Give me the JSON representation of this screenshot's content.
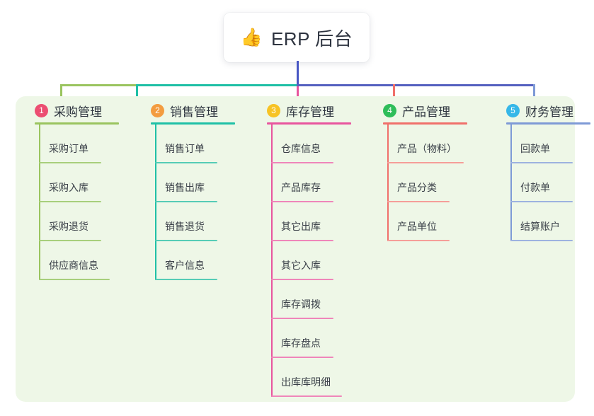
{
  "root": {
    "icon": "thumbs-up-icon",
    "emoji": "👍",
    "title": "ERP 后台"
  },
  "palette": {
    "panel_bg": "#eef7e7",
    "page_bg": "#ffffff",
    "stem_blue": "#4857c4",
    "green": "#9ac45f",
    "teal": "#1abc9c",
    "pink": "#e8559e",
    "salmon": "#f0706b",
    "blue": "#7e9ad6",
    "badge1": "#ec4e72",
    "badge2": "#f39c40",
    "badge3": "#f7c325",
    "badge4": "#2ebd59",
    "badge5": "#36b7e8"
  },
  "columns": [
    {
      "index": "1",
      "badge_color": "#ec4e72",
      "line_color": "#9ac45f",
      "title": "采购管理",
      "items": [
        "采购订单",
        "采购入库",
        "采购退货",
        "供应商信息"
      ]
    },
    {
      "index": "2",
      "badge_color": "#f39c40",
      "line_color": "#1fc0a6",
      "title": "销售管理",
      "items": [
        "销售订单",
        "销售出库",
        "销售退货",
        "客户信息"
      ]
    },
    {
      "index": "3",
      "badge_color": "#f7c325",
      "line_color": "#e8559e",
      "title": "库存管理",
      "items": [
        "仓库信息",
        "产品库存",
        "其它出库",
        "其它入库",
        "库存调拨",
        "库存盘点",
        "出库库明细"
      ]
    },
    {
      "index": "4",
      "badge_color": "#2ebd59",
      "line_color": "#f0706b",
      "title": "产品管理",
      "items": [
        "产品（物料）",
        "产品分类",
        "产品单位"
      ]
    },
    {
      "index": "5",
      "badge_color": "#36b7e8",
      "line_color": "#7e9ad6",
      "title": "财务管理",
      "items": [
        "回款单",
        "付款单",
        "结算账户"
      ]
    }
  ],
  "connectors": {
    "stem_label": "root-stem",
    "bus_label": "horizontal-bus",
    "drop_labels": [
      "drop-1",
      "drop-2",
      "drop-3",
      "drop-4",
      "drop-5"
    ]
  }
}
